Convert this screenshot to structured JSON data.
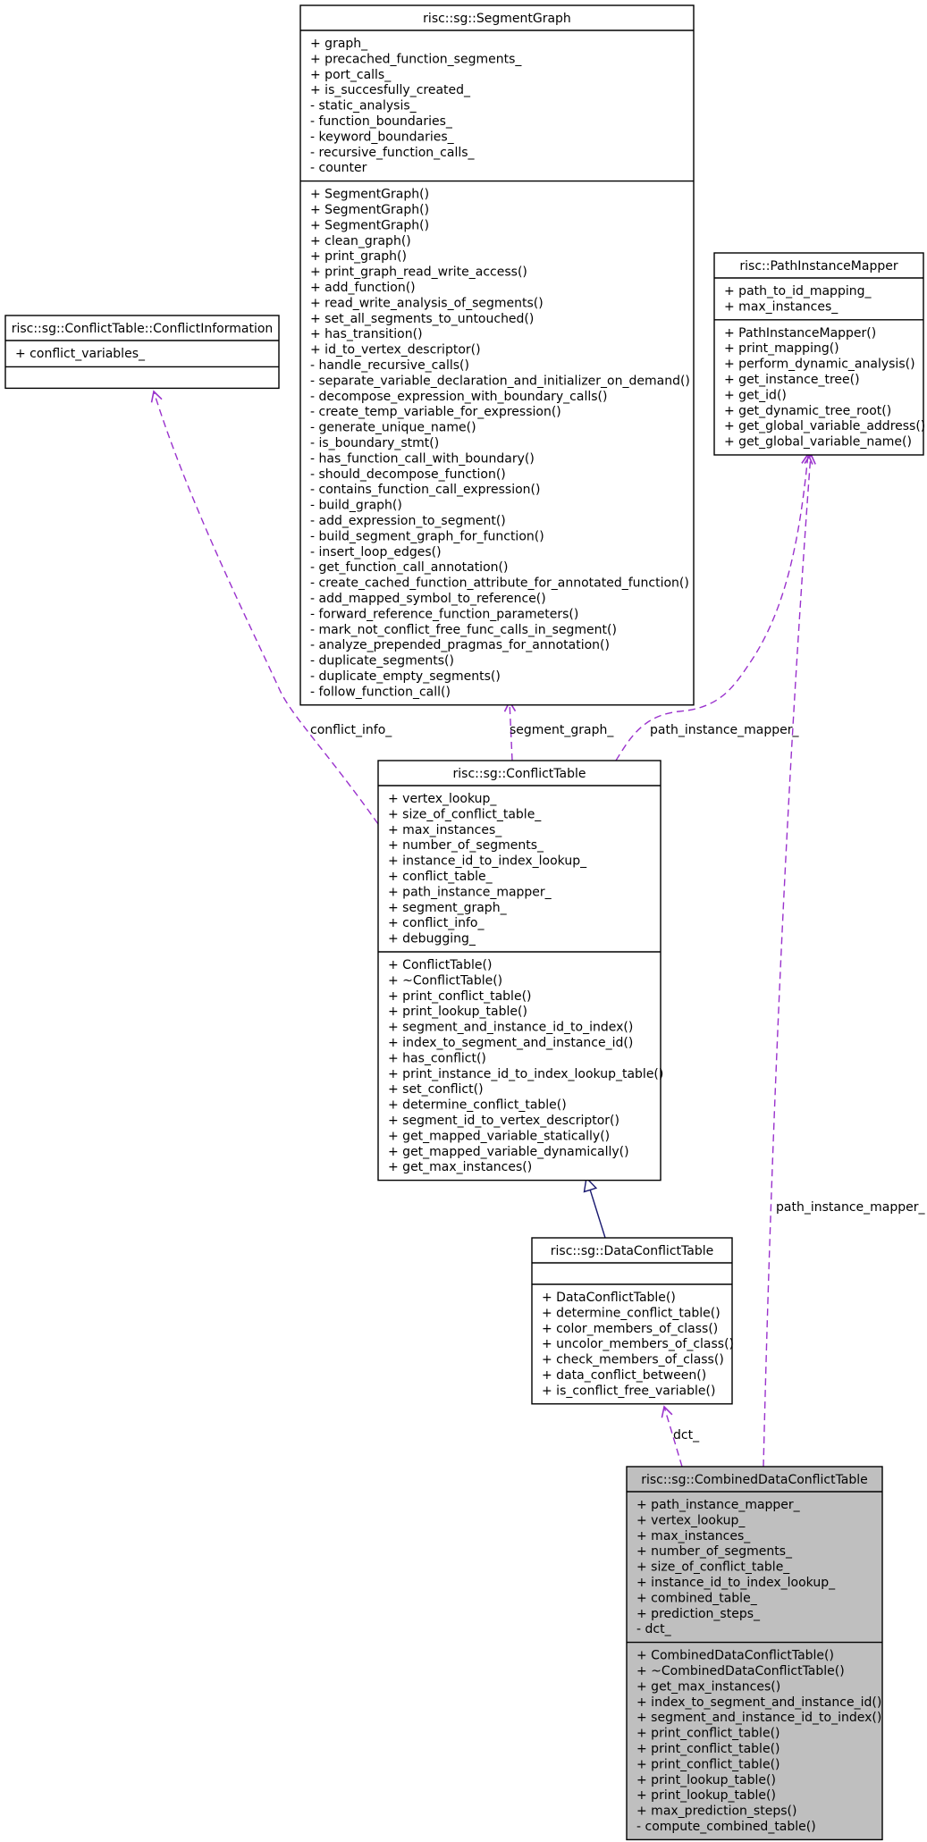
{
  "classes": {
    "segment_graph": {
      "name": "risc::sg::SegmentGraph",
      "attributes": [
        "+ graph_",
        "+ precached_function_segments_",
        "+ port_calls_",
        "+ is_succesfully_created_",
        "- static_analysis_",
        "- function_boundaries_",
        "- keyword_boundaries_",
        "- recursive_function_calls_",
        "- counter"
      ],
      "methods": [
        "+ SegmentGraph()",
        "+ SegmentGraph()",
        "+ SegmentGraph()",
        "+ clean_graph()",
        "+ print_graph()",
        "+ print_graph_read_write_access()",
        "+ add_function()",
        "+ read_write_analysis_of_segments()",
        "+ set_all_segments_to_untouched()",
        "+ has_transition()",
        "+ id_to_vertex_descriptor()",
        "- handle_recursive_calls()",
        "- separate_variable_declaration_and_initializer_on_demand()",
        "- decompose_expression_with_boundary_calls()",
        "- create_temp_variable_for_expression()",
        "- generate_unique_name()",
        "- is_boundary_stmt()",
        "- has_function_call_with_boundary()",
        "- should_decompose_function()",
        "- contains_function_call_expression()",
        "- build_graph()",
        "- add_expression_to_segment()",
        "- build_segment_graph_for_function()",
        "- insert_loop_edges()",
        "- get_function_call_annotation()",
        "- create_cached_function_attribute_for_annotated_function()",
        "- add_mapped_symbol_to_reference()",
        "- forward_reference_function_parameters()",
        "- mark_not_conflict_free_func_calls_in_segment()",
        "- analyze_prepended_pragmas_for_annotation()",
        "- duplicate_segments()",
        "- duplicate_empty_segments()",
        "- follow_function_call()"
      ]
    },
    "path_instance_mapper": {
      "name": "risc::PathInstanceMapper",
      "attributes": [
        "+ path_to_id_mapping_",
        "+ max_instances_"
      ],
      "methods": [
        "+ PathInstanceMapper()",
        "+ print_mapping()",
        "+ perform_dynamic_analysis()",
        "+ get_instance_tree()",
        "+ get_id()",
        "+ get_dynamic_tree_root()",
        "+ get_global_variable_address()",
        "+ get_global_variable_name()"
      ]
    },
    "conflict_information": {
      "name": "risc::sg::ConflictTable::ConflictInformation",
      "attributes": [
        "+ conflict_variables_"
      ],
      "methods": []
    },
    "conflict_table": {
      "name": "risc::sg::ConflictTable",
      "attributes": [
        "+ vertex_lookup_",
        "+ size_of_conflict_table_",
        "+ max_instances_",
        "+ number_of_segments_",
        "+ instance_id_to_index_lookup_",
        "+ conflict_table_",
        "+ path_instance_mapper_",
        "+ segment_graph_",
        "+ conflict_info_",
        "+ debugging_"
      ],
      "methods": [
        "+ ConflictTable()",
        "+ ~ConflictTable()",
        "+ print_conflict_table()",
        "+ print_lookup_table()",
        "+ segment_and_instance_id_to_index()",
        "+ index_to_segment_and_instance_id()",
        "+ has_conflict()",
        "+ print_instance_id_to_index_lookup_table()",
        "+ set_conflict()",
        "+ determine_conflict_table()",
        "+ segment_id_to_vertex_descriptor()",
        "+ get_mapped_variable_statically()",
        "+ get_mapped_variable_dynamically()",
        "+ get_max_instances()"
      ]
    },
    "data_conflict_table": {
      "name": "risc::sg::DataConflictTable",
      "attributes": [],
      "methods": [
        "+ DataConflictTable()",
        "+ determine_conflict_table()",
        "+ color_members_of_class()",
        "+ uncolor_members_of_class()",
        "+ check_members_of_class()",
        "+ data_conflict_between()",
        "+ is_conflict_free_variable()"
      ]
    },
    "combined_data_conflict_table": {
      "name": "risc::sg::CombinedDataConflictTable",
      "attributes": [
        "+ path_instance_mapper_",
        "+ vertex_lookup_",
        "+ max_instances_",
        "+ number_of_segments_",
        "+ size_of_conflict_table_",
        "+ instance_id_to_index_lookup_",
        "+ combined_table_",
        "+ prediction_steps_",
        "- dct_"
      ],
      "methods": [
        "+ CombinedDataConflictTable()",
        "+ ~CombinedDataConflictTable()",
        "+ get_max_instances()",
        "+ index_to_segment_and_instance_id()",
        "+ segment_and_instance_id_to_index()",
        "+ print_conflict_table()",
        "+ print_conflict_table()",
        "+ print_conflict_table()",
        "+ print_lookup_table()",
        "+ print_lookup_table()",
        "+ max_prediction_steps()",
        "- compute_combined_table()"
      ]
    }
  },
  "edges": {
    "conflict_info": "conflict_info_",
    "segment_graph": "segment_graph_",
    "path_instance_mapper_ct": "path_instance_mapper_",
    "path_instance_mapper_cdct": "path_instance_mapper_",
    "dct": "dct_"
  },
  "colors": {
    "association_edge": "#9a32cd",
    "inheritance_edge": "#191970",
    "highlight_fill": "#bfbfbf"
  }
}
